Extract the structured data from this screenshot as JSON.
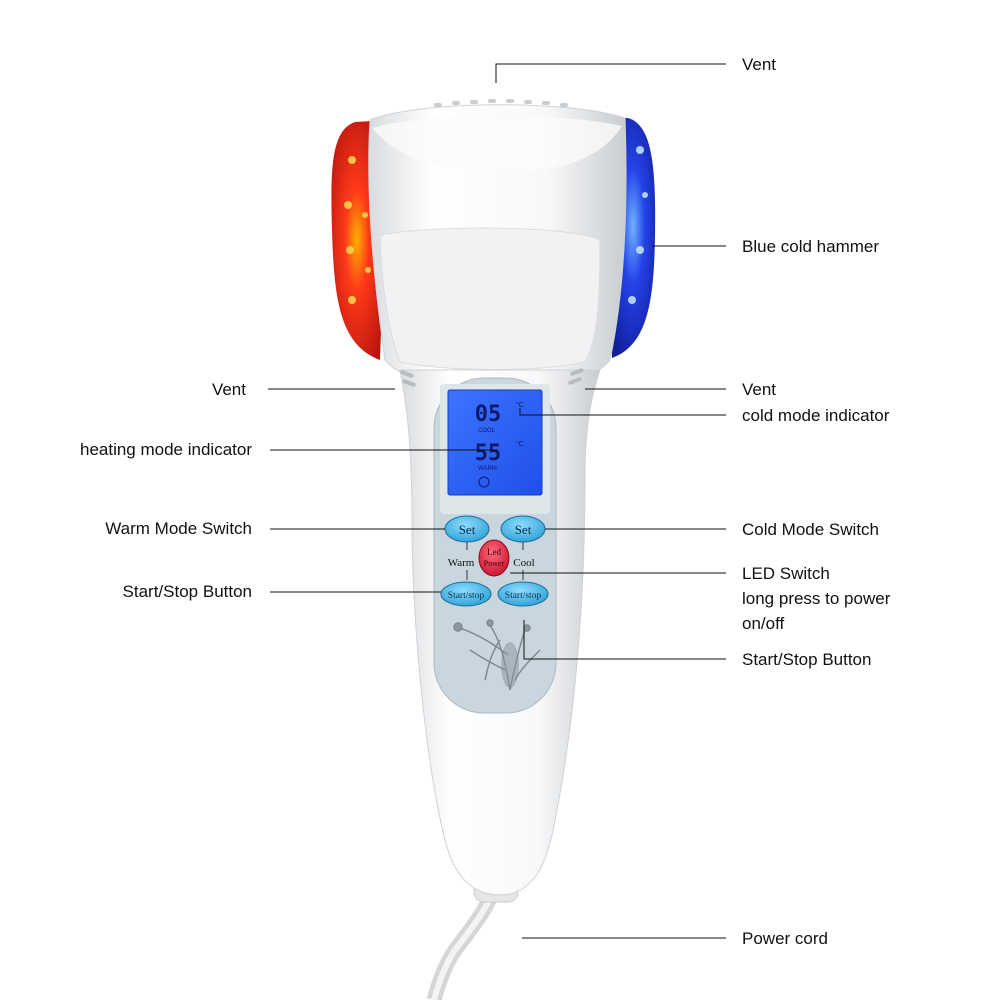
{
  "callouts": {
    "vent_top": "Vent",
    "blue_cold_hammer": "Blue cold hammer",
    "vent_left": "Vent",
    "vent_right": "Vent",
    "cold_mode_indicator": "cold mode indicator",
    "heating_mode_indicator": "heating mode indicator",
    "warm_mode_switch": "Warm Mode Switch",
    "cold_mode_switch": "Cold Mode Switch",
    "start_stop_left": "Start/Stop Button",
    "led_switch_line1": "LED Switch",
    "led_switch_line2": "long press to power",
    "led_switch_line3": "on/off",
    "start_stop_right": "Start/Stop Button",
    "power_cord": "Power cord"
  },
  "device": {
    "lcd": {
      "cool_value": "05",
      "cool_label": "COOL",
      "warm_value": "55",
      "warm_label": "WARM"
    },
    "buttons": {
      "set_left": "Set",
      "set_right": "Set",
      "warm": "Warm",
      "cool": "Cool",
      "led_line1": "Led",
      "led_line2": "Power",
      "start_stop_left": "Start/stop",
      "start_stop_right": "Start/stop"
    }
  },
  "colors": {
    "red_hammer": "#e8261c",
    "blue_hammer": "#1b34d6",
    "lcd_blue": "#2f63ff",
    "button_cyan": "#3fb4e4",
    "led_red": "#e0243a"
  }
}
